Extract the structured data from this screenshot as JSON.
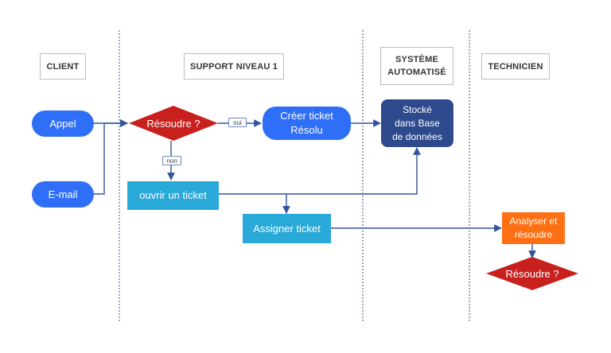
{
  "lanes": [
    {
      "id": "client",
      "label": "CLIENT"
    },
    {
      "id": "support",
      "label": "SUPPORT NIVEAU 1"
    },
    {
      "id": "systeme",
      "label": "SYSTÈME AUTOMATISÉ"
    },
    {
      "id": "technicien",
      "label": "TECHNICIEN"
    }
  ],
  "nodes": {
    "appel": "Appel",
    "email": "E-mail",
    "resoudre1": "Résoudre ?",
    "creer_ticket": "Créer ticket\nRésolu",
    "stocke": "Stocké\ndans Base\nde données",
    "ouvrir_ticket": "ouvrir un ticket",
    "assigner_ticket": "Assigner ticket",
    "analyser": "Analyser et\nrésoudre",
    "resoudre2": "Résoudre ?"
  },
  "edge_labels": {
    "oui": "oui",
    "non": "non"
  },
  "colors": {
    "pill": "#2f6ff7",
    "diamond": "#c8211d",
    "process": "#29a9d8",
    "database": "#2e4a8c",
    "technician": "#fd7014",
    "connector": "#33539b"
  }
}
